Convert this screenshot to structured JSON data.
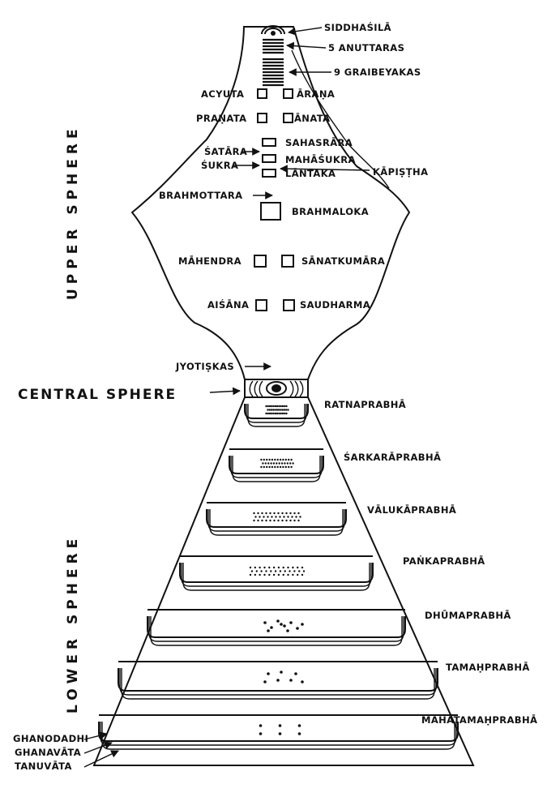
{
  "upper": {
    "side_label": "UPPER SPHERE",
    "siddhasila": "SIDDHAŚILĀ",
    "anuttaras": "5 ANUTTARAS",
    "graibeyakas": "9 GRAIBEYAKAS",
    "acyuta": "ACYUTA",
    "arana": "ĀRAṆA",
    "pranata": "PRAṆATA",
    "anata": "ĀNATA",
    "satara": "ŚATĀRA",
    "sahasrara": "SAHASRĀRA",
    "sukra": "ŚUKRA",
    "mahasukra": "MAHĀŚUKRA",
    "lantaka": "LĀNTAKA",
    "kapistha": "KĀPIṢṬHA",
    "brahmottara": "BRAHMOTTARA",
    "brahmaloka": "BRAHMALOKA",
    "mahendra": "MĀHENDRA",
    "sanatkumara": "SĀNATKUMĀRA",
    "aisana": "AIŚĀNA",
    "saudharma": "SAUDHARMA"
  },
  "central": {
    "jyotiskas": "JYOTIṢKAS",
    "label": "CENTRAL SPHERE"
  },
  "lower": {
    "side_label": "LOWER SPHERE",
    "levels": [
      "RATNAPRABHĀ",
      "ŚARKARĀPRABHĀ",
      "VĀLUKĀPRABHĀ",
      "PAṄKAPRABHĀ",
      "DHŪMAPRABHĀ",
      "TAMAḤPRABHĀ",
      "MAHĀTAMAḤPRABHĀ"
    ],
    "ghanodadhi": "GHANODADHI",
    "ghanavata": "GHANAVĀTA",
    "tanuvata": "TANUVĀTA"
  }
}
